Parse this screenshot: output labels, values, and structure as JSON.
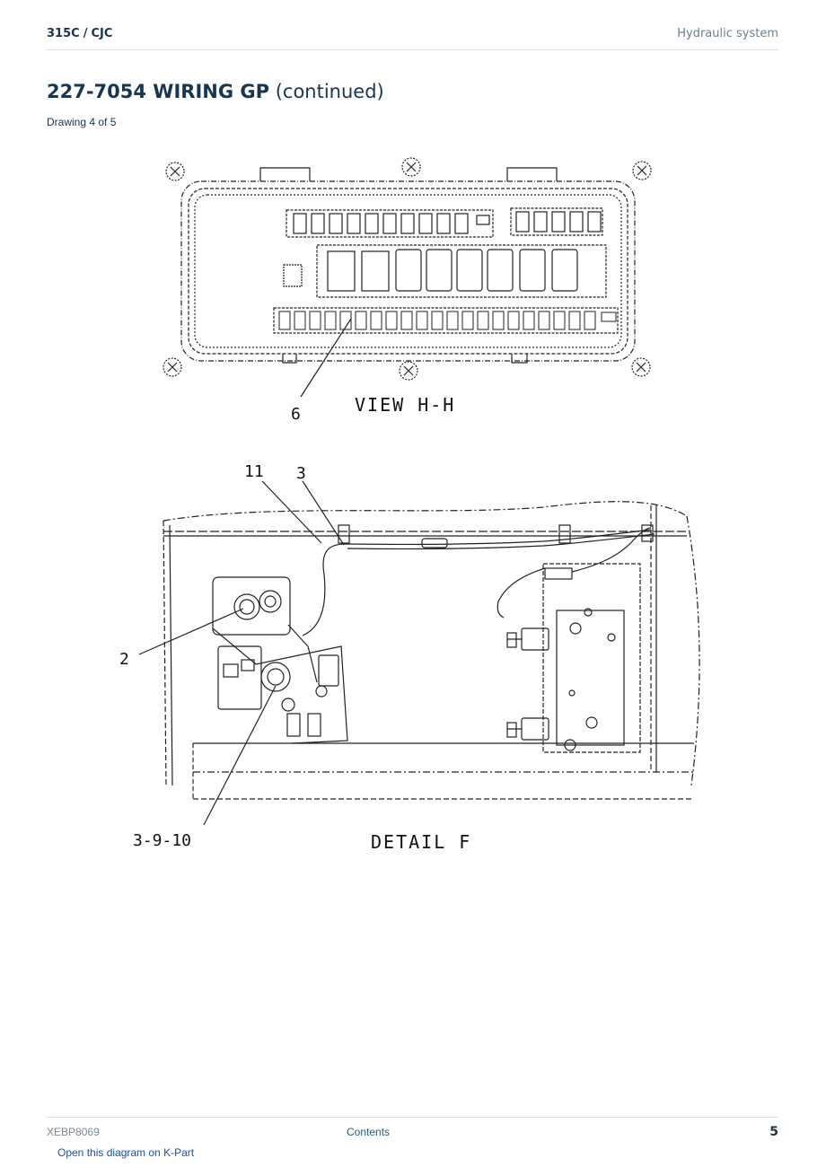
{
  "header": {
    "model": "315C",
    "separator": "/",
    "prefix": "CJC",
    "section": "Hydraulic system"
  },
  "title": {
    "part_number": "227-7054 WIRING GP",
    "suffix": " (continued)"
  },
  "subtitle": "Drawing 4 of 5",
  "drawing": {
    "view_label": "VIEW H-H",
    "detail_label": "DETAIL F",
    "callouts": {
      "c6": "6",
      "c11": "11",
      "c3": "3",
      "c2": "2",
      "c3910": "3-9-10"
    }
  },
  "footer": {
    "doc_number": "XEBP8069",
    "contents_link": "Contents",
    "page_number": "5",
    "kpart_link": "Open this diagram on K-Part"
  }
}
